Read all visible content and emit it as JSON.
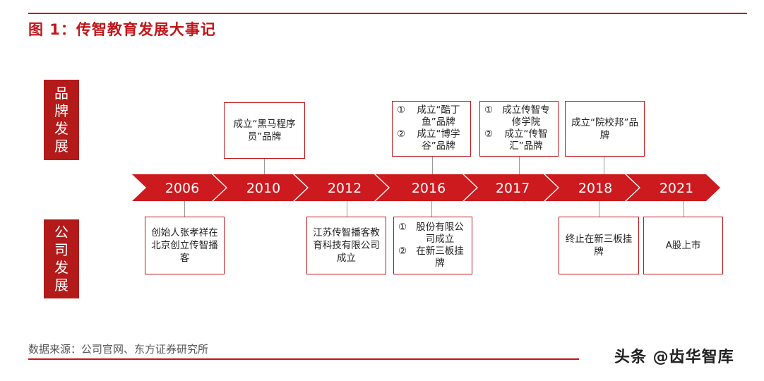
{
  "title": "图 1：传智教育发展大事记",
  "brand_label": [
    "品",
    "牌",
    "发",
    "展"
  ],
  "company_label": [
    "公",
    "司",
    "发",
    "展"
  ],
  "years": [
    "2006",
    "2010",
    "2012",
    "2016",
    "2017",
    "2018",
    "2021"
  ],
  "brand_events": {
    "e2010": "成立“黑马程序员”品牌",
    "e2016": [
      {
        "num": "①",
        "text": "成立“酷丁鱼”品牌"
      },
      {
        "num": "②",
        "text": "成立“博学谷”品牌"
      }
    ],
    "e2017": [
      {
        "num": "①",
        "text": "成立传智专修学院"
      },
      {
        "num": "②",
        "text": "成立“传智汇”品牌"
      }
    ],
    "e2018": "成立“院校邦”品牌"
  },
  "company_events": {
    "e2006": "创始人张孝祥在北京创立传智播客",
    "e2012": "江苏传智播客教育科技有限公司成立",
    "e2016": [
      {
        "num": "①",
        "text": "股份有限公司成立"
      },
      {
        "num": "②",
        "text": "在新三板挂牌"
      }
    ],
    "e2018": "终止在新三板挂牌",
    "e2021": "A股上市"
  },
  "source": "数据来源：公司官网、东方证券研究所",
  "watermark": "头条 @齿华智库",
  "colors": {
    "accent": "#c0161b",
    "label_bg": "#b31a1a"
  }
}
